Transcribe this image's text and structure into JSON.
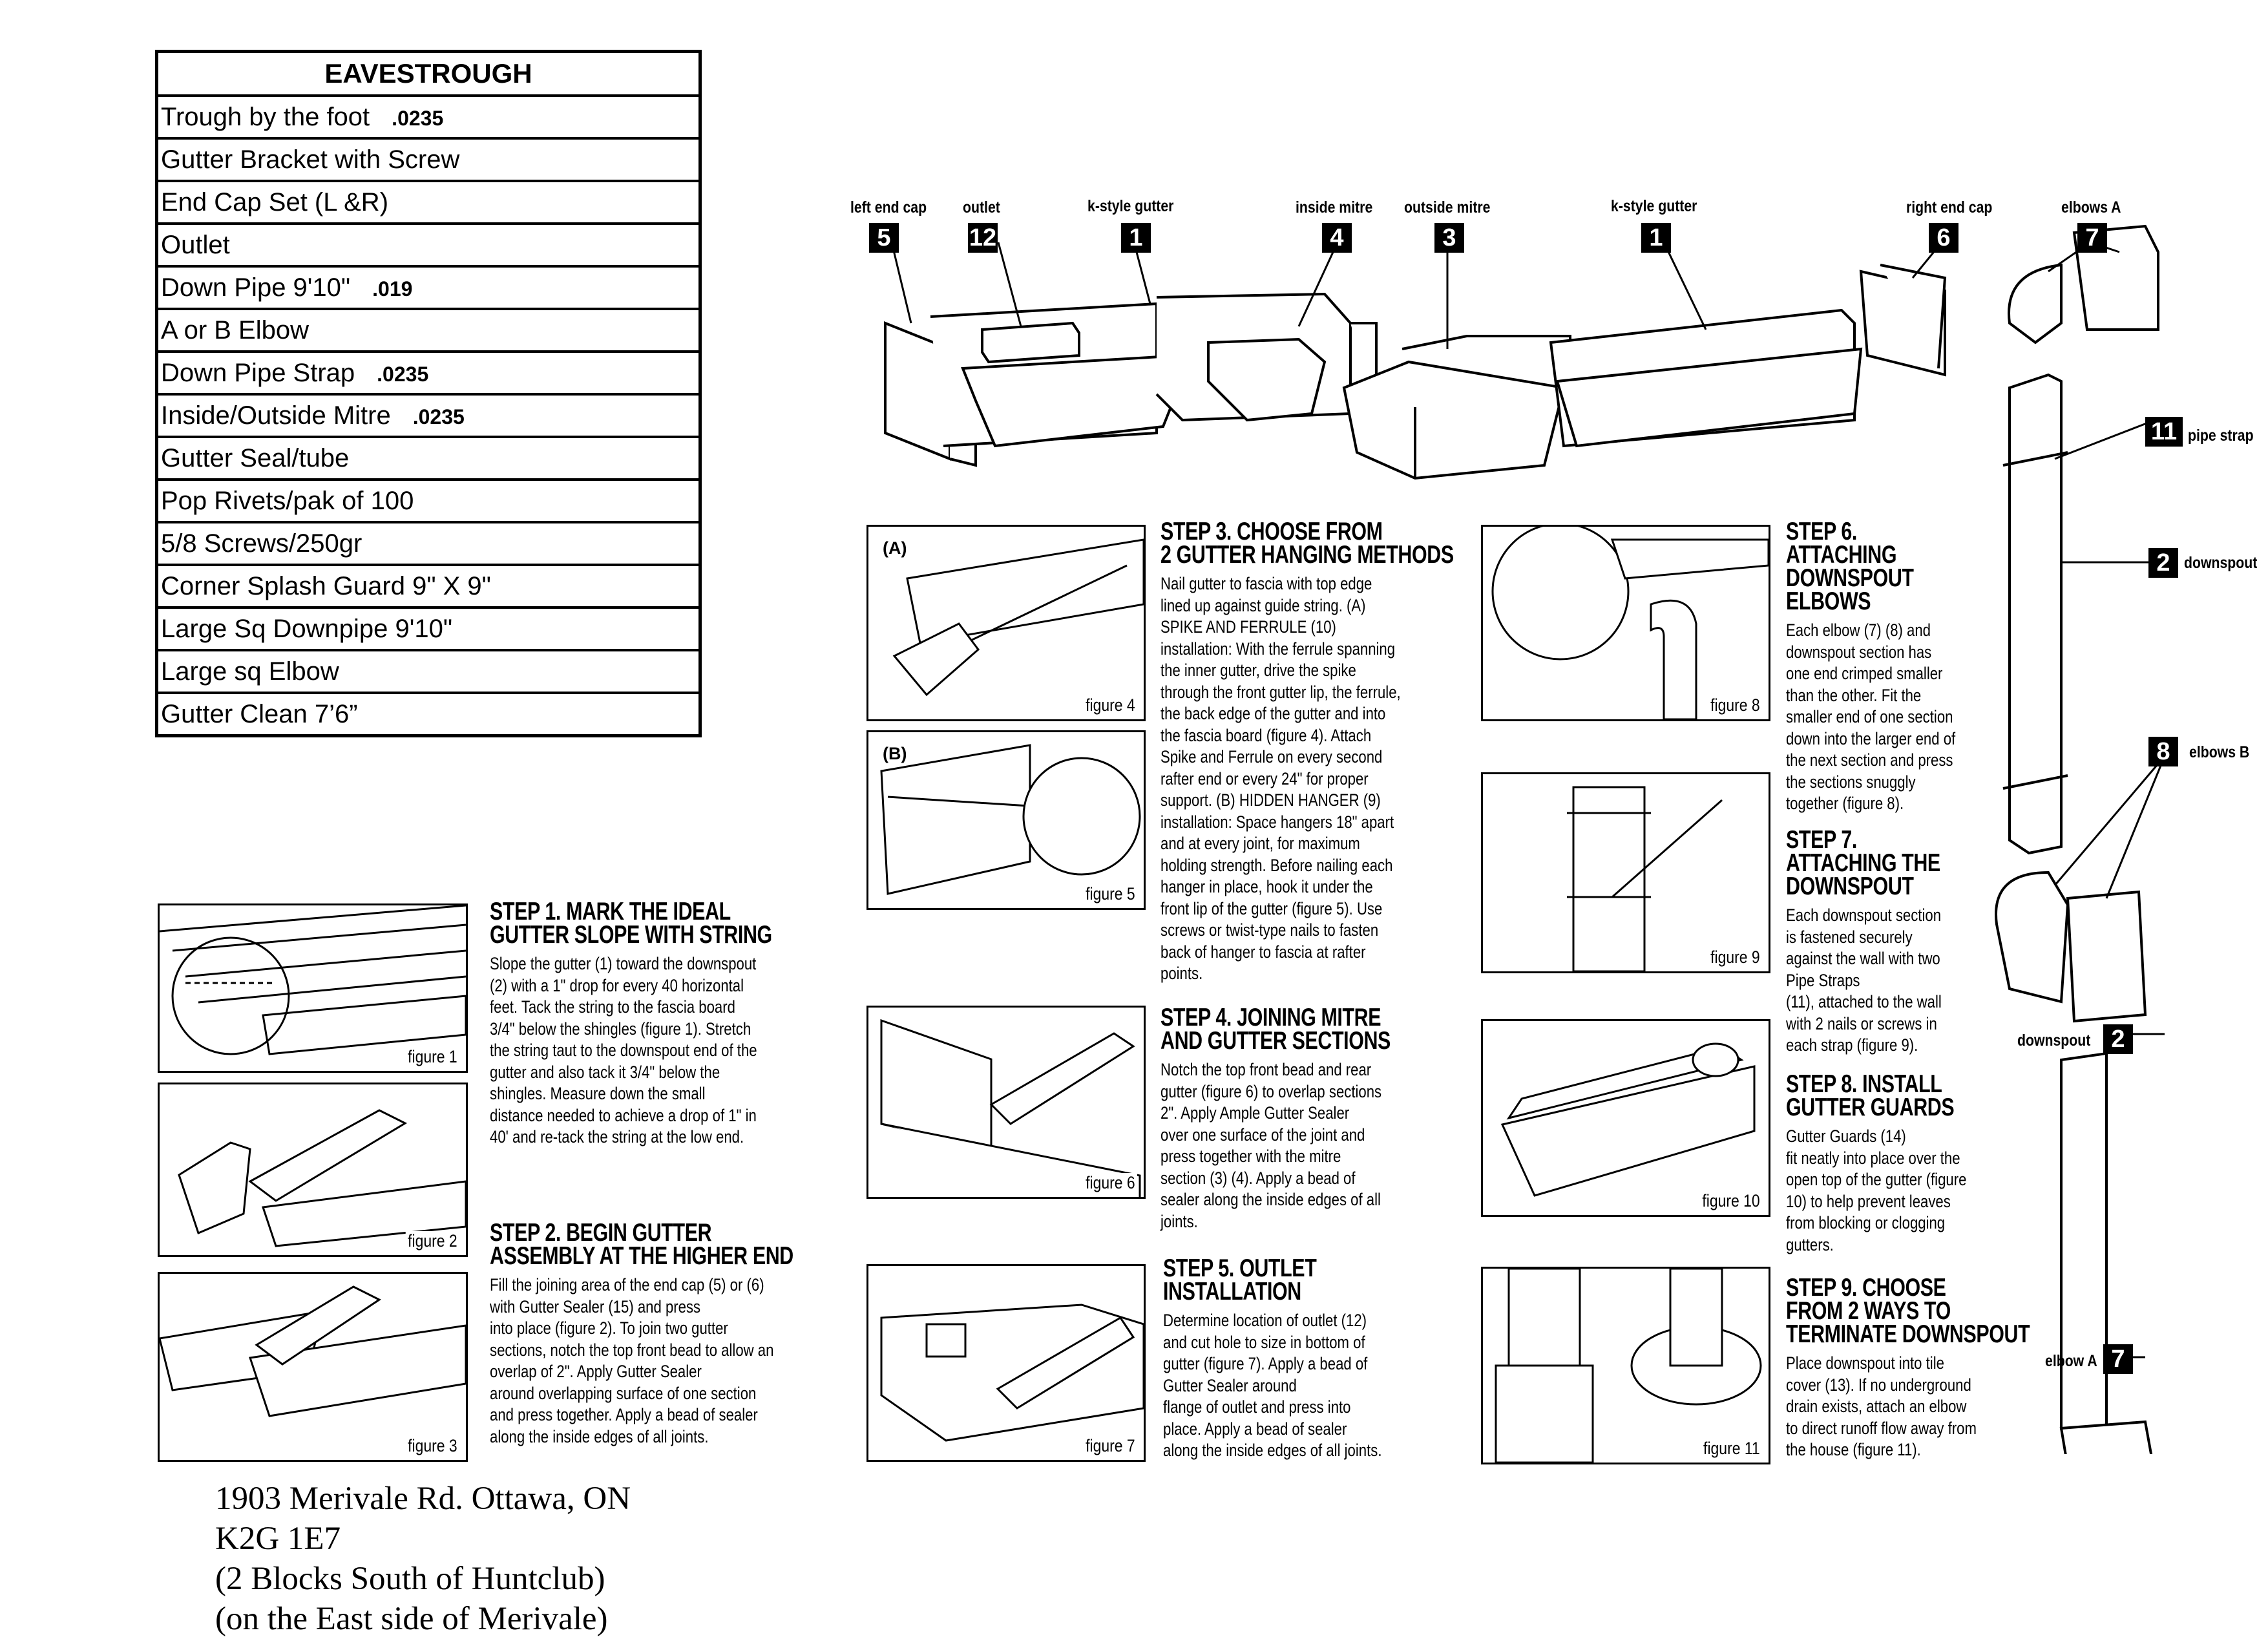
{
  "price_table": {
    "title": "EAVESTROUGH",
    "rows": [
      {
        "item": "Trough by the foot",
        "price": ".0235"
      },
      {
        "item": "Gutter Bracket with Screw",
        "price": ""
      },
      {
        "item": "End Cap Set (L &R)",
        "price": ""
      },
      {
        "item": "Outlet",
        "price": ""
      },
      {
        "item": "Down Pipe 9'10\"",
        "price": ".019"
      },
      {
        "item": "A or B Elbow",
        "price": ""
      },
      {
        "item": "Down Pipe Strap",
        "price": ".0235"
      },
      {
        "item": "Inside/Outside Mitre",
        "price": ".0235"
      },
      {
        "item": "Gutter Seal/tube",
        "price": ""
      },
      {
        "item": "Pop Rivets/pak of 100",
        "price": ""
      },
      {
        "item": "5/8 Screws/250gr",
        "price": ""
      },
      {
        "item": "Corner Splash Guard 9\" X 9\"",
        "price": ""
      },
      {
        "item": "Large Sq Downpipe 9'10\"",
        "price": ""
      },
      {
        "item": "Large sq Elbow",
        "price": ""
      },
      {
        "item": "Gutter Clean 7’6”",
        "price": ""
      }
    ]
  },
  "parts": [
    {
      "label": "left end cap",
      "num": "5"
    },
    {
      "label": "outlet",
      "num": "12"
    },
    {
      "label": "k-style gutter",
      "num": "1"
    },
    {
      "label": "inside mitre",
      "num": "4"
    },
    {
      "label": "outside mitre",
      "num": "3"
    },
    {
      "label": "k-style gutter",
      "num": "1"
    },
    {
      "label": "right end cap",
      "num": "6"
    },
    {
      "label": "elbows A",
      "num": "7"
    },
    {
      "label": "pipe strap",
      "num": "11"
    },
    {
      "label": "downspout",
      "num": "2"
    },
    {
      "label": "elbows B",
      "num": "8"
    },
    {
      "label": "downspout",
      "num": "2"
    },
    {
      "label": "elbow A",
      "num": "7"
    }
  ],
  "figures": {
    "f1": "figure 1",
    "f2": "figure 2",
    "f3": "figure 3",
    "f4": "figure 4",
    "f5": "figure 5",
    "f6": "figure 6",
    "f7": "figure 7",
    "f8": "figure 8",
    "f9": "figure 9",
    "f10": "figure 10",
    "f11": "figure 11",
    "tag_a": "(A)",
    "tag_b": "(B)"
  },
  "steps": {
    "s1": {
      "no": "STEP 1.",
      "title": " MARK THE IDEAL\nGUTTER SLOPE WITH STRING",
      "body": "Slope the gutter (1) toward the downspout\n(2) with a 1\" drop for every 40 horizontal\nfeet.  Tack the string to the fascia board\n3/4\" below the shingles (figure 1).  Stretch\nthe string taut to the downspout end of the\ngutter and also tack it 3/4\" below the\nshingles.  Measure down the small\ndistance needed to achieve a drop of 1\" in\n40' and re-tack the string at the low end."
    },
    "s2": {
      "no": "STEP 2.",
      "title": " BEGIN GUTTER\nASSEMBLY AT THE HIGHER END",
      "body": "Fill the joining area of the end cap (5) or (6)\nwith                Gutter Sealer (15) and press\ninto place (figure 2).  To join two gutter\nsections, notch the top front bead to allow an\noverlap of 2\".  Apply              Gutter Sealer\naround overlapping surface of one section\nand press together.  Apply a bead of sealer\nalong the inside edges of all joints."
    },
    "s3": {
      "no": "STEP 3.",
      "title": " CHOOSE FROM\n2 GUTTER HANGING METHODS",
      "body": "Nail gutter to fascia with top edge\nlined up against guide string.  (A)\nSPIKE AND FERRULE (10)\ninstallation: With the ferrule spanning\nthe inner gutter, drive the spike\nthrough the front gutter lip, the ferrule,\nthe back edge of the gutter and into\nthe fascia board (figure 4).  Attach\nSpike and Ferrule on every second\nrafter end or every 24\" for proper\nsupport. (B) HIDDEN HANGER (9)\ninstallation:  Space hangers 18\" apart\nand at every joint, for maximum\nholding strength.  Before nailing each\nhanger in place, hook it under the\nfront lip of the gutter (figure 5).  Use\nscrews or twist-type nails to fasten\nback of hanger to fascia at rafter\npoints."
    },
    "s4": {
      "no": "STEP 4.",
      "title": " JOINING MITRE\nAND GUTTER SECTIONS",
      "body": "Notch the top front bead and rear\ngutter (figure 6) to overlap sections\n2\".  Apply  Ample   Gutter Sealer\nover one surface of the joint and\npress together with the mitre\nsection (3) (4).  Apply a bead of\nsealer along the inside edges of all\njoints."
    },
    "s5": {
      "no": "STEP 5.",
      "title": " OUTLET\nINSTALLATION",
      "body": "Determine location of outlet (12)\nand cut hole to size in bottom of\ngutter (figure 7).  Apply a bead of\n                Gutter Sealer around\nflange of outlet and press into\nplace.  Apply a bead of sealer\nalong the inside edges of all joints."
    },
    "s6": {
      "no": "STEP 6.",
      "title": "\nATTACHING\nDOWNSPOUT\nELBOWS",
      "body": "Each elbow (7) (8)  and\ndownspout section has\none end crimped smaller\nthan the other.  Fit the\nsmaller end of one section\ndown into the larger end of\nthe next section and press\nthe sections snuggly\ntogether (figure 8)."
    },
    "s7": {
      "no": "STEP 7.",
      "title": "\nATTACHING THE\nDOWNSPOUT",
      "body": "Each downspout section\nis fastened securely\nagainst the wall with two\n                Pipe Straps\n(11), attached to the wall\nwith 2 nails or screws in\neach strap (figure 9)."
    },
    "s8": {
      "no": "STEP 8.",
      "title": " INSTALL\nGUTTER GUARDS",
      "body": "                Gutter Guards (14)\nfit neatly into place over the\nopen top of the gutter (figure\n10) to help prevent leaves\nfrom blocking or clogging\ngutters."
    },
    "s9": {
      "no": "STEP 9.",
      "title": " CHOOSE\nFROM 2 WAYS TO\nTERMINATE DOWNSPOUT",
      "body": "Place downspout into tile\ncover (13).  If no underground\ndrain exists, attach an elbow\nto direct runoff flow away from\nthe house (figure 11)."
    }
  },
  "address": [
    "1903 Merivale Rd. Ottawa, ON",
    "K2G 1E7",
    "(2 Blocks South of Huntclub)",
    "(on the East side of Merivale)"
  ]
}
